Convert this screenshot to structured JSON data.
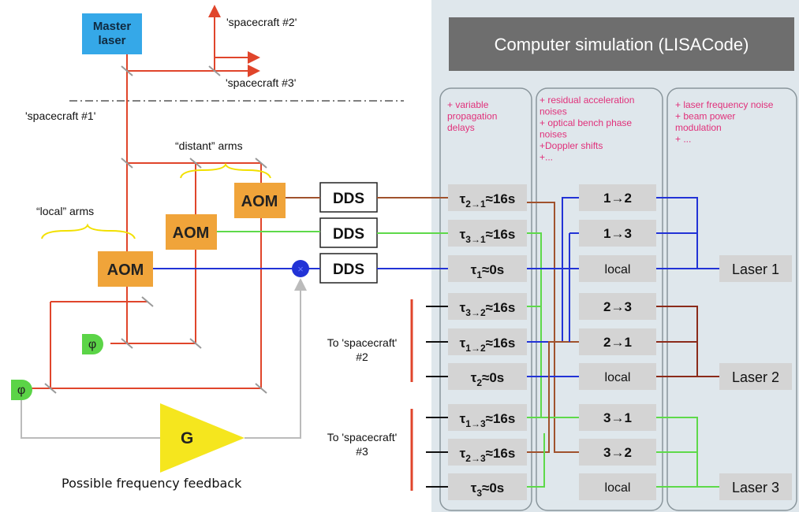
{
  "colors": {
    "red_optics": "#e0452b",
    "blue_link": "#2233d6",
    "green_link": "#5ed94a",
    "brown_link": "#a0522d",
    "dark_red_link": "#8b2b1a",
    "aom_fill": "#f0a43a",
    "master_fill": "#35a8e8",
    "phase_fill": "#5bd447",
    "gain_fill": "#f5e61e",
    "sim_bg": "#dfe7ec",
    "sim_title_bg": "#6e6e6e",
    "cell_bg": "#d4d4d4",
    "pink_note": "#e0307a"
  },
  "left": {
    "master_laser": "Master\nlaser",
    "sc2": "'spacecraft #2'",
    "sc3": "'spacecraft #3'",
    "sc1": "'spacecraft #1'",
    "distant_arms": "“distant” arms",
    "local_arms": "“local” arms",
    "aom": "AOM",
    "dds": "DDS",
    "phi": "φ",
    "gain": "G",
    "mixer": "×",
    "feedback": "Possible frequency feedback",
    "to_sc2_a": "To 'spacecraft'",
    "to_sc2_b": "#2",
    "to_sc3_a": "To 'spacecraft'",
    "to_sc3_b": "#3"
  },
  "sim": {
    "title": "Computer simulation (LISACode)",
    "note_col1": [
      "+ variable",
      "propagation",
      "delays"
    ],
    "note_col2": [
      "+ residual acceleration",
      "noises",
      "+ optical bench phase",
      "noises",
      "+Doppler shifts",
      "+..."
    ],
    "note_col3": [
      "+ laser frequency noise",
      "+ beam power",
      "modulation",
      "+ ..."
    ],
    "delays": [
      {
        "base": "τ",
        "sub": "2→1",
        "rest": "≈16s"
      },
      {
        "base": "τ",
        "sub": "3→1",
        "rest": "≈16s"
      },
      {
        "base": "τ",
        "sub": "1",
        "rest": "≈0s"
      },
      {
        "base": "τ",
        "sub": "3→2",
        "rest": "≈16s"
      },
      {
        "base": "τ",
        "sub": "1→2",
        "rest": "≈16s"
      },
      {
        "base": "τ",
        "sub": "2",
        "rest": "≈0s"
      },
      {
        "base": "τ",
        "sub": "1→3",
        "rest": "≈16s"
      },
      {
        "base": "τ",
        "sub": "2→3",
        "rest": "≈16s"
      },
      {
        "base": "τ",
        "sub": "3",
        "rest": "≈0s"
      }
    ],
    "links": [
      "1→2",
      "1→3",
      "local",
      "2→3",
      "2→1",
      "local",
      "3→1",
      "3→2",
      "local"
    ],
    "lasers": [
      "Laser 1",
      "Laser 2",
      "Laser 3"
    ]
  }
}
